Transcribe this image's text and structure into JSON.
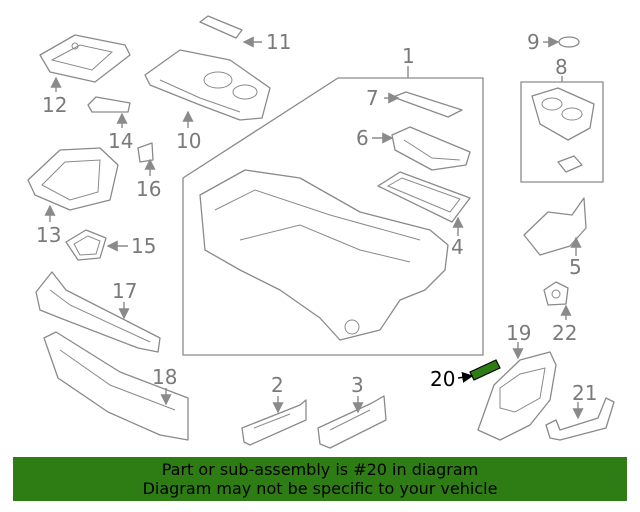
{
  "diagram": {
    "callouts": [
      {
        "id": "c1",
        "label": "1"
      },
      {
        "id": "c2",
        "label": "2"
      },
      {
        "id": "c3",
        "label": "3"
      },
      {
        "id": "c4",
        "label": "4"
      },
      {
        "id": "c5",
        "label": "5"
      },
      {
        "id": "c6",
        "label": "6"
      },
      {
        "id": "c7",
        "label": "7"
      },
      {
        "id": "c8",
        "label": "8"
      },
      {
        "id": "c9",
        "label": "9"
      },
      {
        "id": "c10",
        "label": "10"
      },
      {
        "id": "c11",
        "label": "11"
      },
      {
        "id": "c12",
        "label": "12"
      },
      {
        "id": "c13",
        "label": "13"
      },
      {
        "id": "c14",
        "label": "14"
      },
      {
        "id": "c15",
        "label": "15"
      },
      {
        "id": "c16",
        "label": "16"
      },
      {
        "id": "c17",
        "label": "17"
      },
      {
        "id": "c18",
        "label": "18"
      },
      {
        "id": "c19",
        "label": "19"
      },
      {
        "id": "c20",
        "label": "20"
      },
      {
        "id": "c21",
        "label": "21"
      },
      {
        "id": "c22",
        "label": "22"
      }
    ],
    "highlighted_part": "20",
    "highlight_color": "#2e7d14"
  },
  "banner": {
    "line1": "Part or sub-assembly is #20 in diagram",
    "line2": "Diagram may not be specific to your vehicle",
    "background": "#2e7d14"
  }
}
